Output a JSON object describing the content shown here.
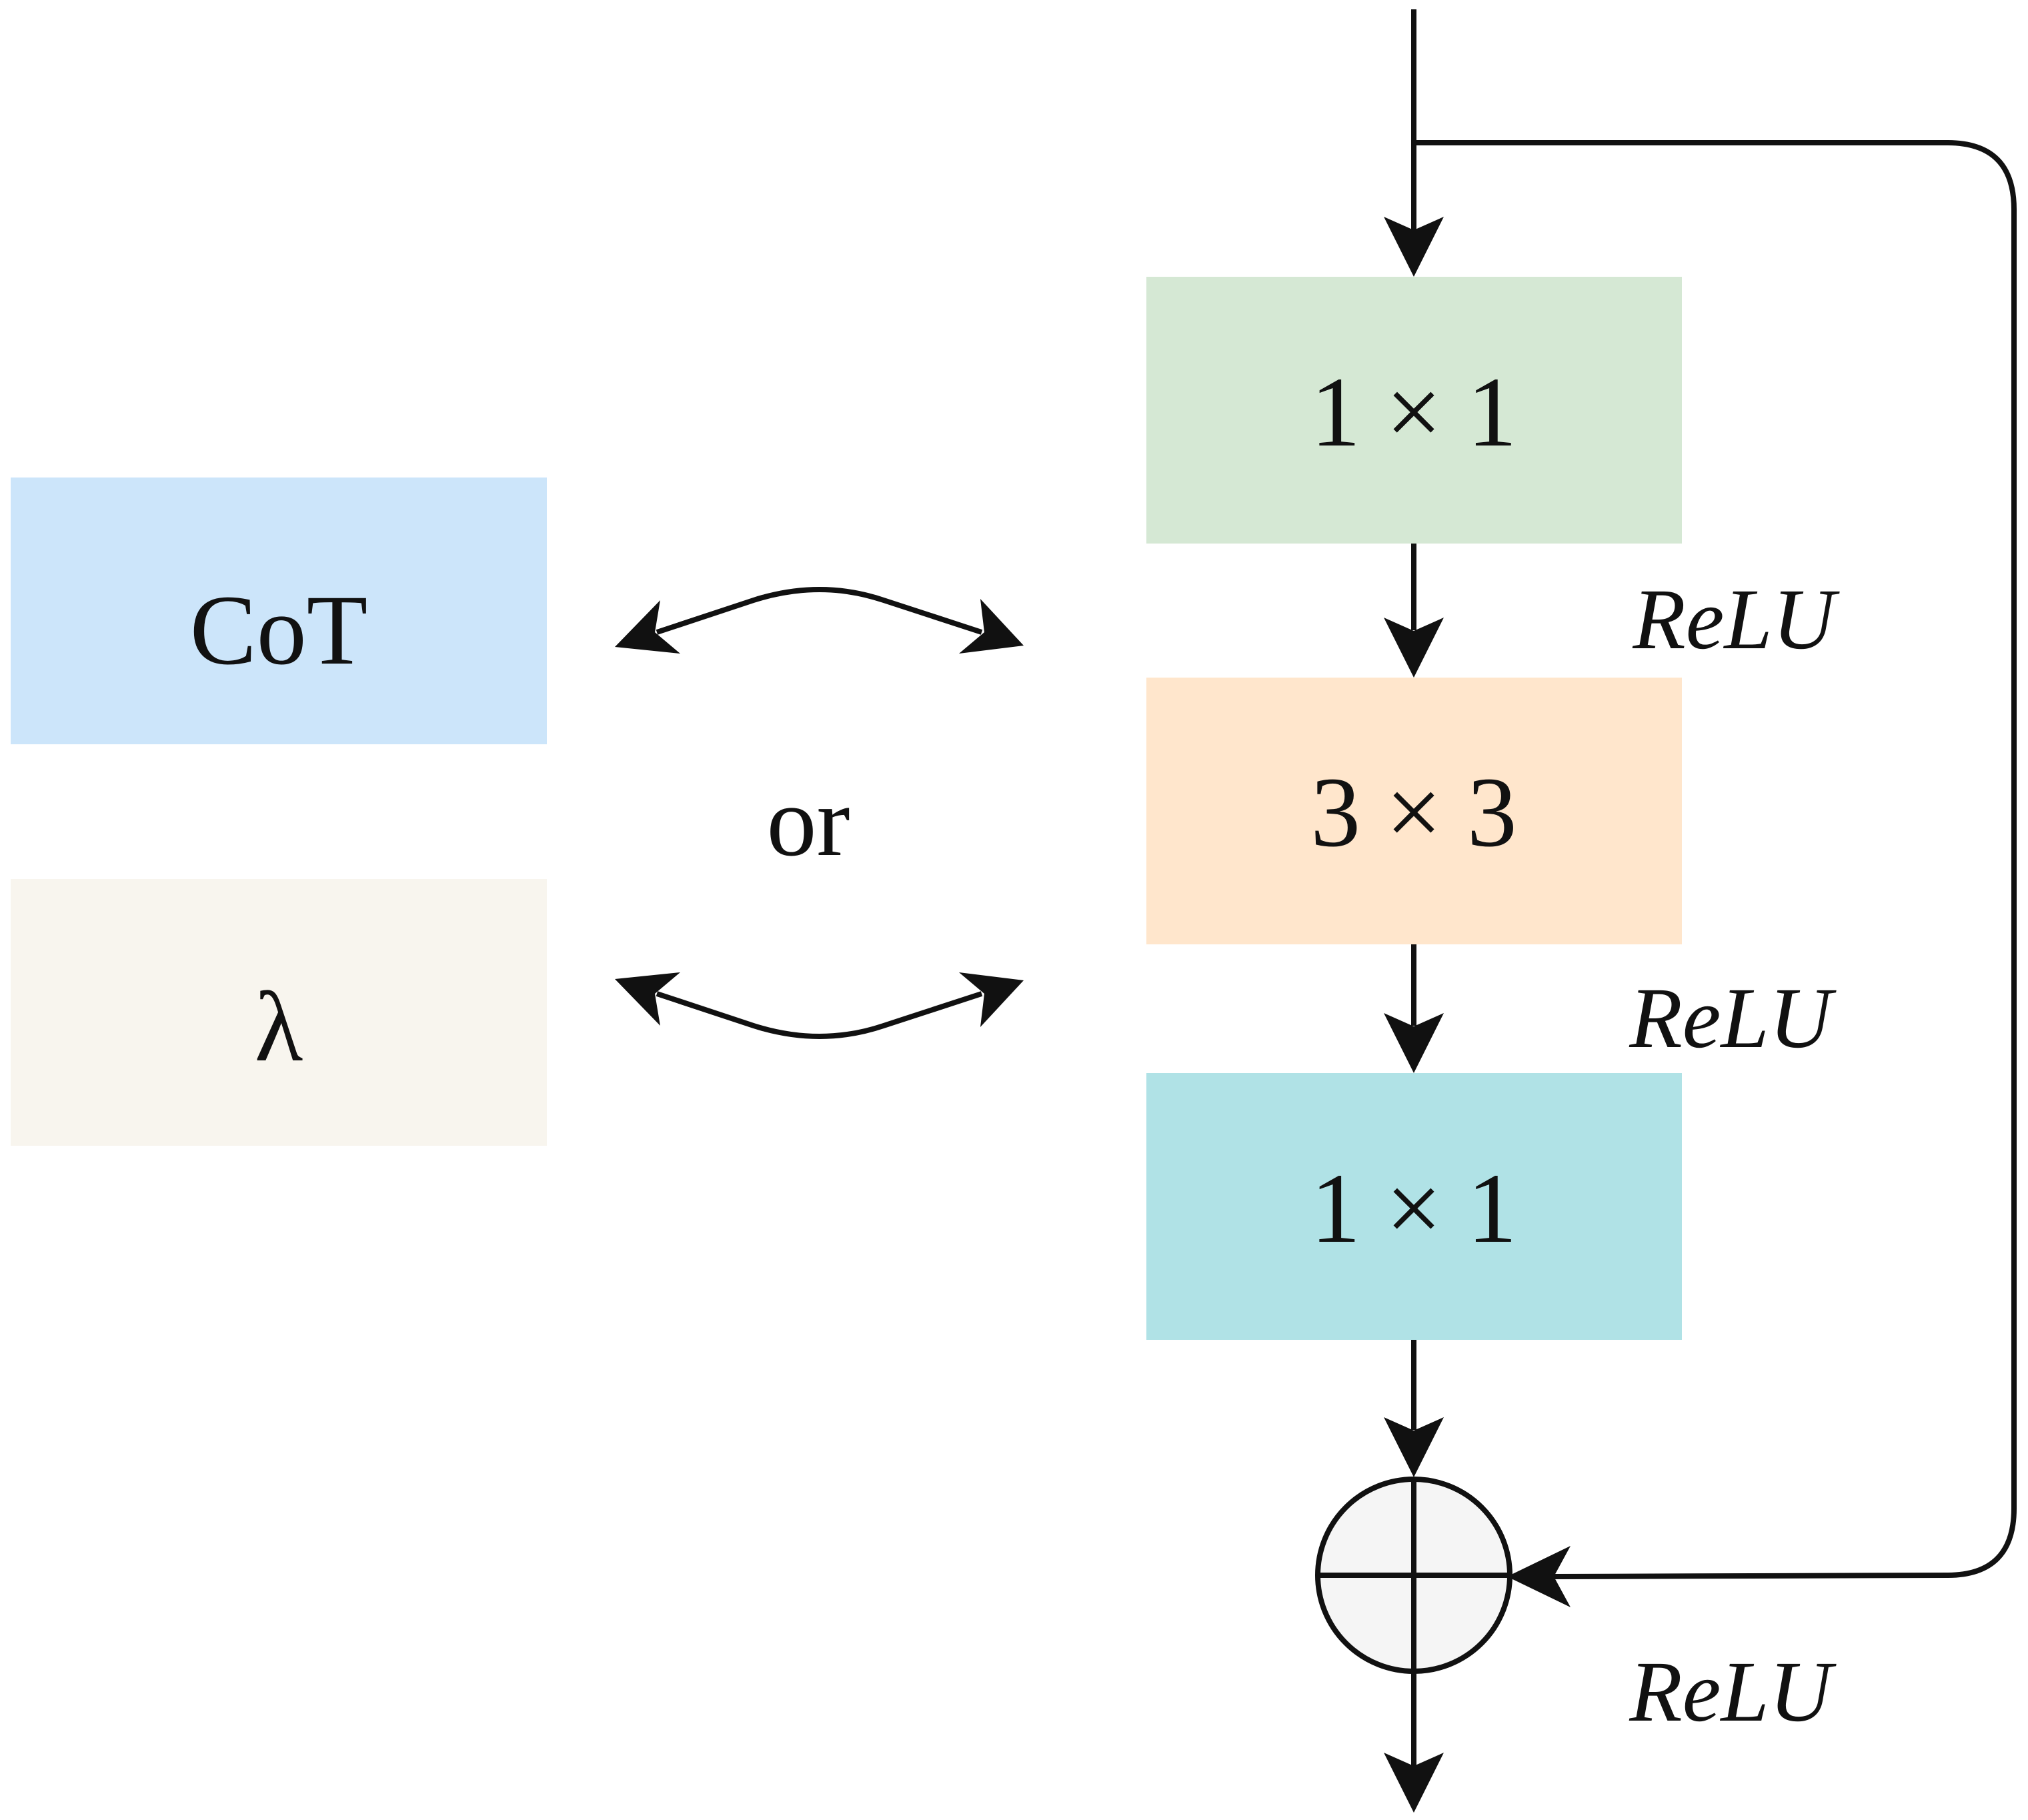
{
  "diagram": {
    "left_boxes": [
      {
        "label": "CoT",
        "color": "#cce5fa"
      },
      {
        "label": "λ",
        "color": "#f8f5ee"
      }
    ],
    "or_label": "or",
    "blocks": [
      {
        "label": "1 × 1",
        "color": "#d5e8d4"
      },
      {
        "label": "3 × 3",
        "color": "#ffe6cc"
      },
      {
        "label": "1 × 1",
        "color": "#b0e2e6"
      }
    ],
    "activations": [
      "ReLU",
      "ReLU",
      "ReLU"
    ],
    "add_node_color": "#f5f5f5"
  }
}
